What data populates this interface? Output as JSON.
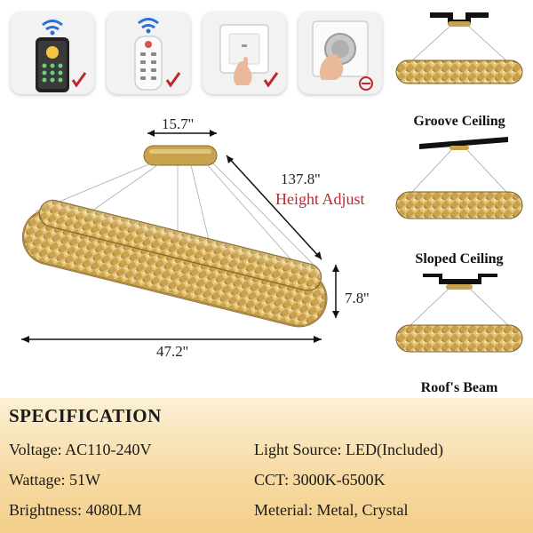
{
  "controls": [
    {
      "name": "wifi-app-phone-icon"
    },
    {
      "name": "wifi-remote-icon"
    },
    {
      "name": "wall-switch-icon"
    },
    {
      "name": "dimmer-knob-icon"
    }
  ],
  "dimensions": {
    "width_top": "15.7''",
    "height": "137.8''",
    "height_adjust": "Height Adjust",
    "depth": "7.8''",
    "length": "47.2''"
  },
  "mounts": [
    {
      "label": "Groove Ceiling"
    },
    {
      "label": "Sloped Ceiling"
    },
    {
      "label": "Roof's Beam"
    }
  ],
  "spec": {
    "title": "SPECIFICATION",
    "left": [
      "Voltage: AC110-240V",
      "Wattage: 51W",
      "Brightness: 4080LM"
    ],
    "right": [
      "Light Source: LED(Included)",
      "CCT: 3000K-6500K",
      "Meterial: Metal, Crystal"
    ]
  },
  "colors": {
    "accent_red": "#c0262d",
    "gold": "#c9a24e",
    "spec_bg": "#f7d9a0"
  }
}
